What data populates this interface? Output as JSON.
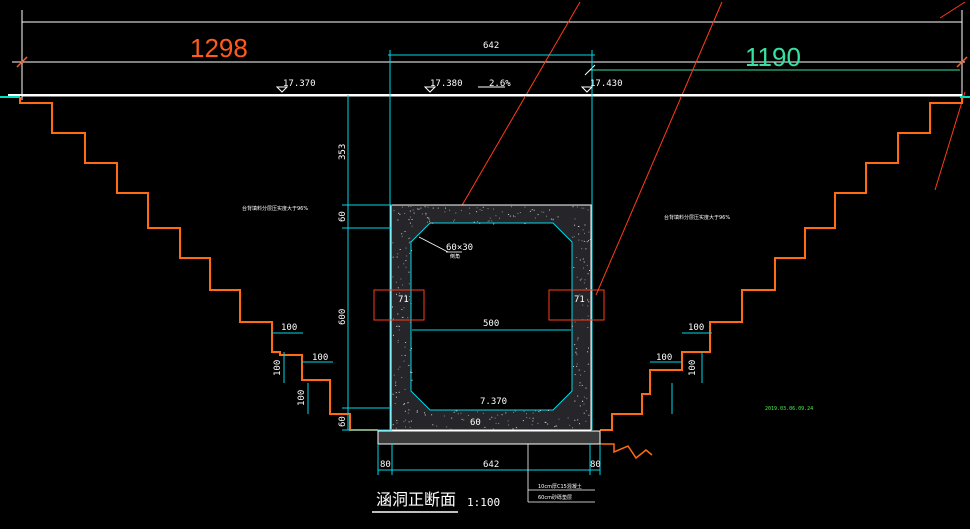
{
  "dims": {
    "top_left_span": "1298",
    "top_right_span": "1190",
    "top_center": "642",
    "bottom_center": "642",
    "left_vert_1": "353",
    "left_vert_2": "60",
    "left_vert_3": "600",
    "left_vert_4": "60",
    "inner_width": "500",
    "bottom_left_edge": "80",
    "bottom_right_edge": "80",
    "haunch_left": "71",
    "haunch_right": "71",
    "step_h_left_1": "100",
    "step_h_left_2": "100",
    "step_v_left_1": "100",
    "step_v_left_2": "100",
    "step_h_right_1": "100",
    "step_h_right_2": "100",
    "step_v_right": "100",
    "chamfer": "60×30",
    "chamfer_sub": "倒角",
    "bottom_small": "60"
  },
  "elevations": {
    "left": "17.370",
    "center_left": "17.380",
    "center_right": "17.430",
    "inner_bottom": "7.370"
  },
  "slope": "2.6%",
  "notes": {
    "left": "台背填料分层压实度大于96%",
    "right": "台背填料分层压实度大于96%",
    "green_small": "2019.03.06.09.24",
    "legend_1": "10cm厚C15混凝土",
    "legend_2": "60cm砂砾垫层"
  },
  "title": {
    "text": "涵洞正断面",
    "scale": "1:100"
  }
}
